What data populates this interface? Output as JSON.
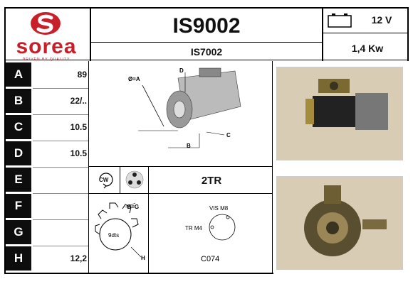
{
  "header": {
    "brand": "sorea",
    "tagline": "DRIVEN BY QUALITY",
    "part_number": "IS9002",
    "reference": "IS7002",
    "voltage": "12 V",
    "power": "1,4 Kw"
  },
  "rows": [
    {
      "letter": "A",
      "value": "89"
    },
    {
      "letter": "B",
      "value": "22/.."
    },
    {
      "letter": "C",
      "value": "10.5"
    },
    {
      "letter": "D",
      "value": "10.5"
    },
    {
      "letter": "E",
      "value": ""
    },
    {
      "letter": "F",
      "value": ""
    },
    {
      "letter": "G",
      "value": ""
    },
    {
      "letter": "H",
      "value": "12,2"
    }
  ],
  "diagram": {
    "dim_a": "Ø=A",
    "label_d": "D",
    "label_b": "B",
    "label_c": "C"
  },
  "mounting": {
    "rotation": "CW",
    "rotation_icon": "rotation-arrow-icon",
    "bolt_pattern_icon": "three-hole-flange-icon",
    "code": "2TR"
  },
  "pinion": {
    "dim_g": "Ø=G",
    "teeth": "9dts",
    "label_h": "H"
  },
  "terminal": {
    "vis": "VIS M8",
    "tr": "TR M4",
    "code": "C074"
  },
  "colors": {
    "brand_red": "#c8202a",
    "row_letter_bg": "#0d0d0d",
    "photo_bg": "#d8ccb4"
  }
}
